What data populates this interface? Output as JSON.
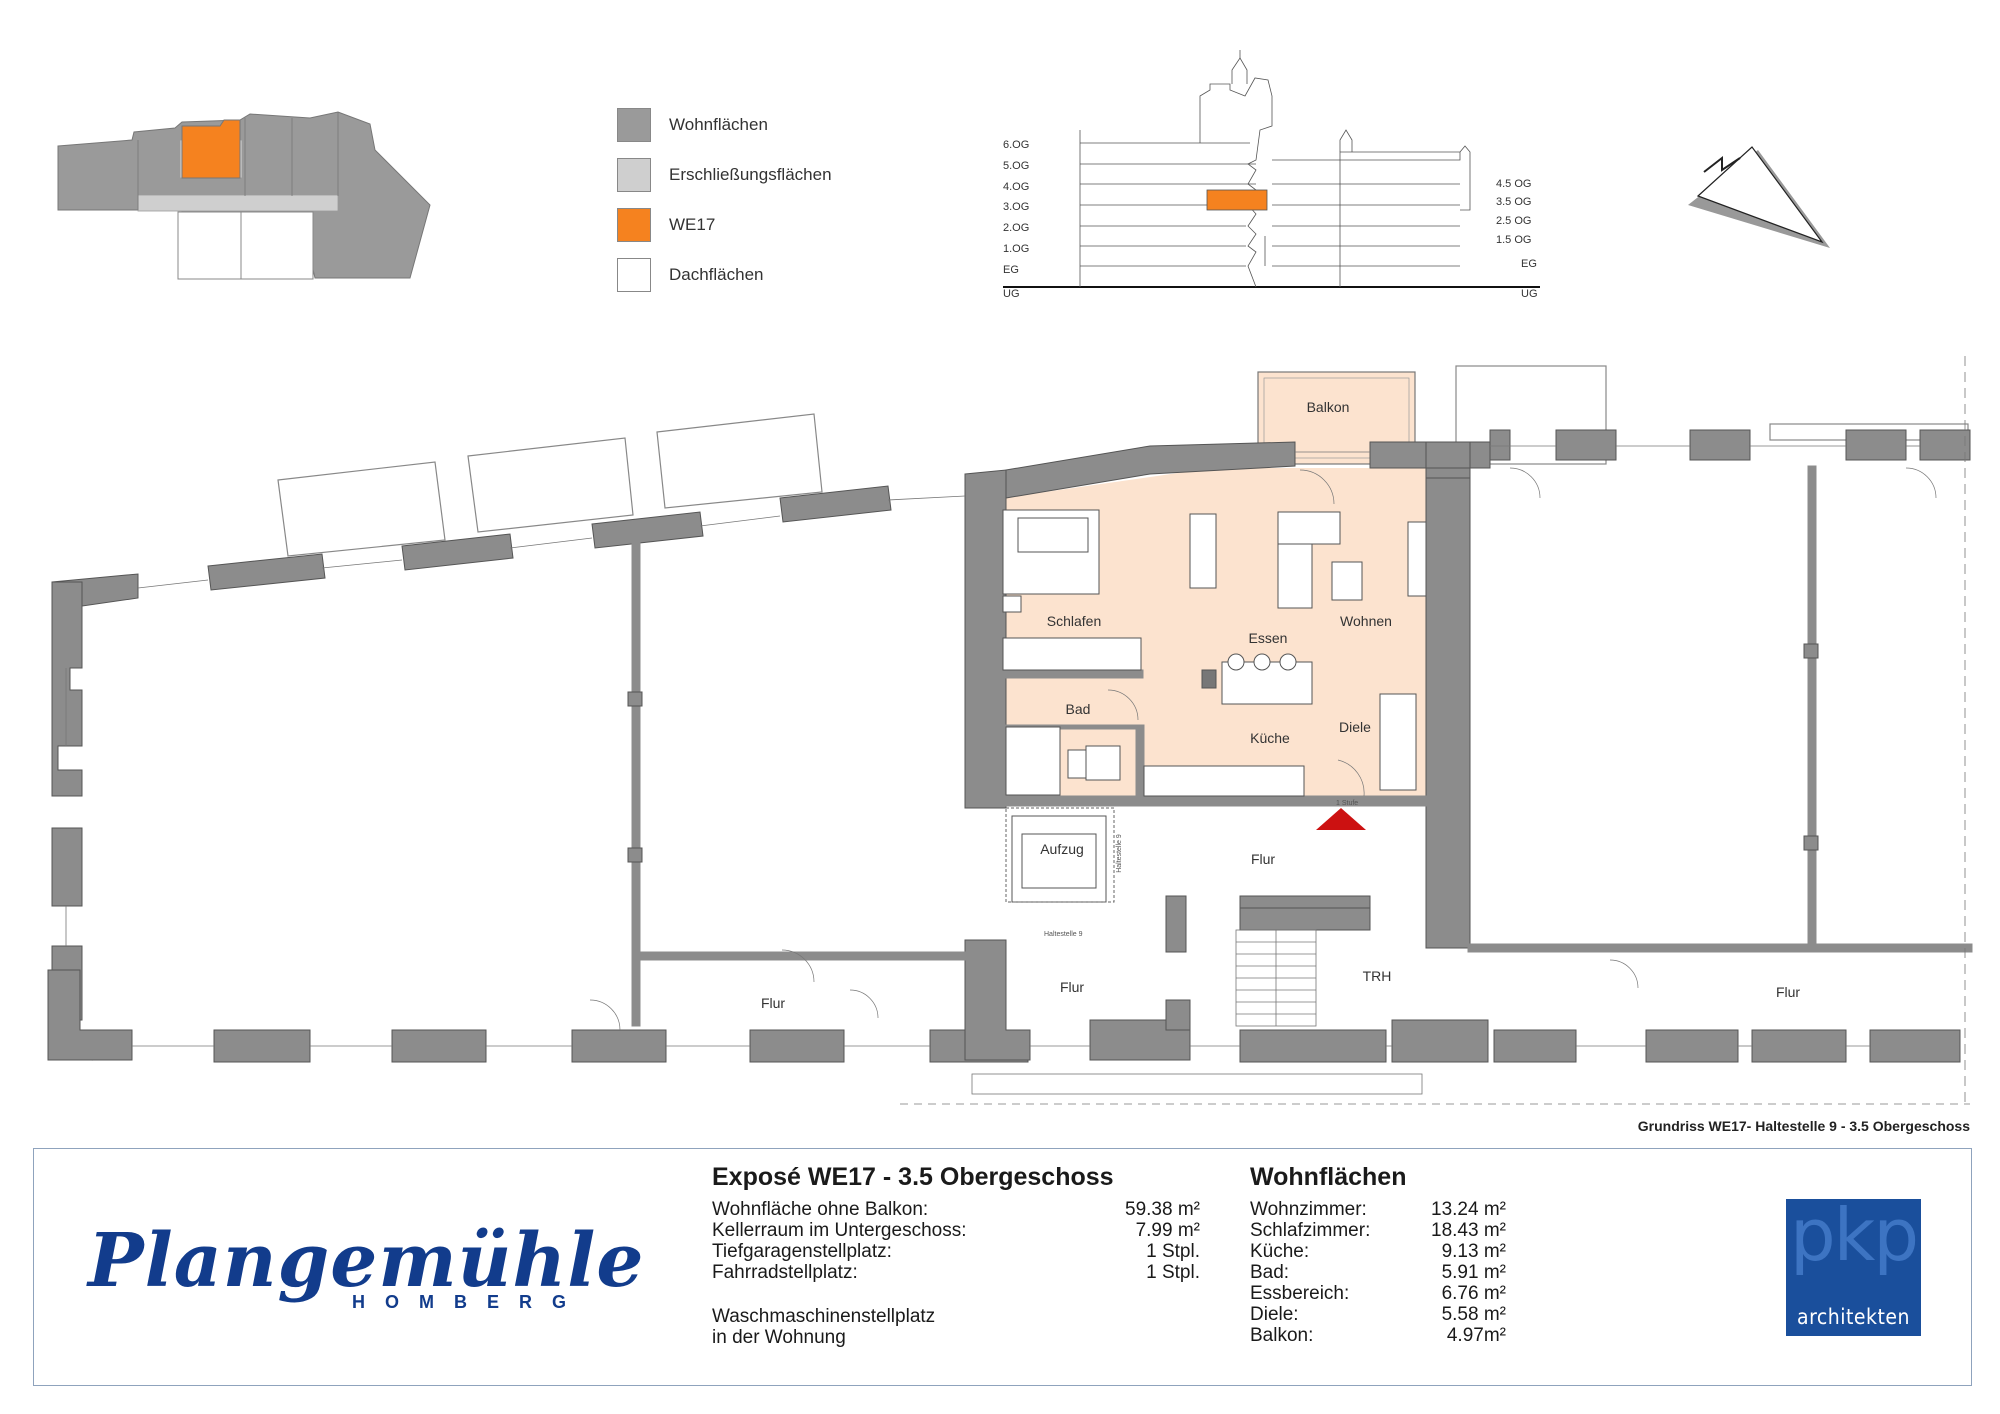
{
  "legend": {
    "items": [
      {
        "label": "Wohnflächen",
        "color": "#9a9a9a"
      },
      {
        "label": "Erschließungsflächen",
        "color": "#cfcfcf"
      },
      {
        "label": "WE17",
        "color": "#f5821f"
      },
      {
        "label": "Dachflächen",
        "color": "#ffffff"
      }
    ]
  },
  "section": {
    "left_floors": [
      "6.OG",
      "5.OG",
      "4.OG",
      "3.OG",
      "2.OG",
      "1.OG",
      "EG",
      "UG"
    ],
    "right_floors": [
      "4.5 OG",
      "3.5 OG",
      "2.5 OG",
      "1.5 OG",
      "EG",
      "UG"
    ]
  },
  "plan": {
    "rooms": {
      "balkon": "Balkon",
      "schlafen": "Schlafen",
      "essen": "Essen",
      "wohnen": "Wohnen",
      "bad": "Bad",
      "kueche": "Küche",
      "diele": "Diele",
      "aufzug": "Aufzug",
      "flur_center": "Flur",
      "flur_left": "Flur",
      "flur_mid": "Flur",
      "trh": "TRH",
      "flur_right": "Flur"
    },
    "small_labels": {
      "stufe": "1 Stufe",
      "haltestelle": "Haltestelle 9",
      "haltestelle_v": "Haltestelle 9"
    },
    "colors": {
      "wall": "#8c8c8c",
      "apartment": "#fce3cf",
      "marker": "#cc1111",
      "orange": "#f5821f"
    }
  },
  "caption": "Grundriss WE17- Haltestelle 9 - 3.5 Obergeschoss",
  "expose": {
    "title": "Exposé WE17 - 3.5 Obergeschoss",
    "rows": [
      {
        "label": "Wohnfläche ohne Balkon:",
        "value": "59.38 m²"
      },
      {
        "label": "Kellerraum im Untergeschoss:",
        "value": "7.99 m²"
      },
      {
        "label": "Tiefgaragenstellplatz:",
        "value": "1 Stpl."
      },
      {
        "label": "Fahrradstellplatz:",
        "value": "1 Stpl."
      }
    ],
    "note_line1": "Waschmaschinenstellplatz",
    "note_line2": "in der Wohnung"
  },
  "wohnflaechen": {
    "title": "Wohnflächen",
    "rows": [
      {
        "label": "Wohnzimmer:",
        "value": "13.24 m²"
      },
      {
        "label": "Schlafzimmer:",
        "value": "18.43 m²"
      },
      {
        "label": "Küche:",
        "value": "9.13 m²"
      },
      {
        "label": "Bad:",
        "value": "5.91 m²"
      },
      {
        "label": "Essbereich:",
        "value": "6.76 m²"
      },
      {
        "label": "Diele:",
        "value": "5.58 m²"
      },
      {
        "label": "Balkon:",
        "value": "4.97m²"
      }
    ]
  },
  "brand": {
    "name": "Plangemühle",
    "sub": "HOMBERG"
  },
  "architect": {
    "logo_text": "pkp",
    "name": "architekten"
  }
}
